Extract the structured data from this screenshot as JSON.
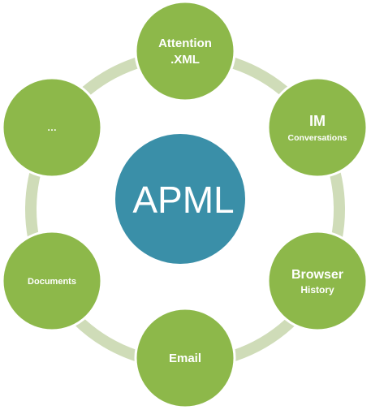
{
  "colors": {
    "ring": "#cfdcb8",
    "node_fill": "#8db84a",
    "node_stroke": "#ffffff",
    "center_fill": "#3a8fa8",
    "text": "#ffffff"
  },
  "center": {
    "label": "APML"
  },
  "nodes": [
    {
      "line1": "Attention",
      "line2": ".XML"
    },
    {
      "line1": "IM",
      "line2": "Conversations"
    },
    {
      "line1": "Browser",
      "line2": "History"
    },
    {
      "line1": "Email",
      "line2": ""
    },
    {
      "line1": "Documents",
      "line2": ""
    },
    {
      "line1": "…",
      "line2": ""
    }
  ]
}
